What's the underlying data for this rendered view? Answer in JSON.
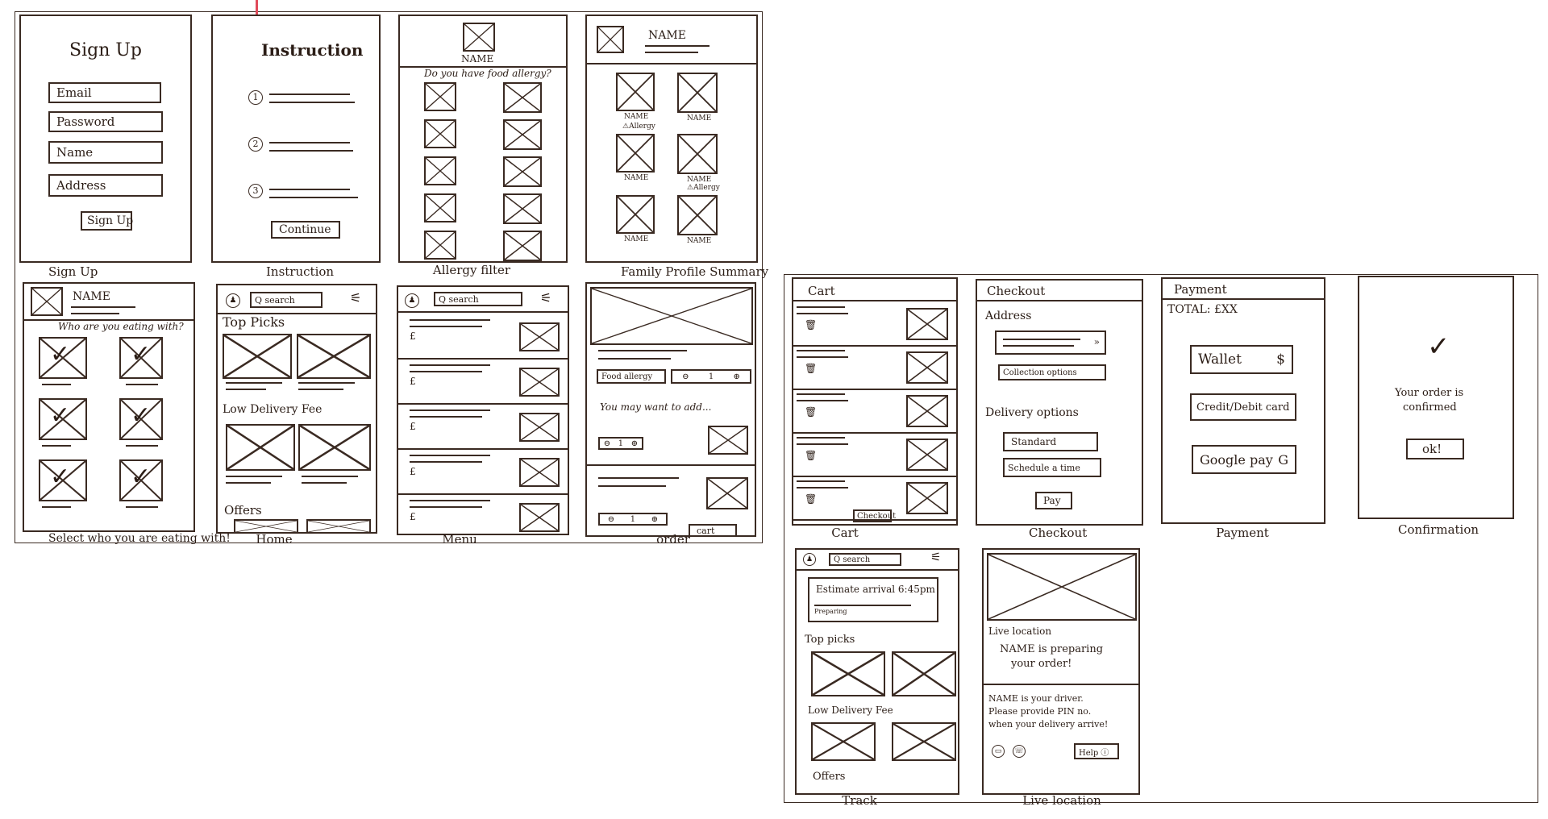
{
  "top": {
    "signup": {
      "title": "Sign Up",
      "email": "Email",
      "password": "Password",
      "name": "Name",
      "address": "Address",
      "button": "Sign Up",
      "caption": "Sign Up"
    },
    "instruction": {
      "title": "Instruction",
      "steps": [
        "1",
        "2",
        "3"
      ],
      "button": "Continue",
      "caption": "Instruction"
    },
    "allergy": {
      "name": "NAME",
      "question": "Do you have food allergy?",
      "caption": "Allergy filter"
    },
    "family": {
      "name": "NAME",
      "labels": [
        "NAME",
        "NAME",
        "NAME",
        "NAME",
        "NAME",
        "NAME"
      ],
      "allergy": "Allergy",
      "caption": "Family Profile Summary"
    },
    "select": {
      "name": "NAME",
      "question": "Who are you eating with?",
      "caption": "Select who you are eating with!"
    },
    "home": {
      "search": "Q search",
      "top_picks": "Top Picks",
      "low_fee": "Low Delivery Fee",
      "offers": "Offers",
      "caption": "Home"
    },
    "menu": {
      "search": "Q search",
      "currency": "£",
      "caption": "Menu"
    },
    "order": {
      "food_allergy": "Food allergy",
      "qty": "1",
      "suggest": "You may want to add...",
      "cart": "cart",
      "caption": "order"
    }
  },
  "bottom": {
    "cart": {
      "title": "Cart",
      "checkout": "Checkout",
      "caption": "Cart"
    },
    "checkout": {
      "title": "Checkout",
      "address": "Address",
      "collection": "Collection options",
      "delivery": "Delivery options",
      "standard": "Standard",
      "schedule": "Schedule a time",
      "pay": "Pay",
      "caption": "Checkout"
    },
    "payment": {
      "title": "Payment",
      "total": "TOTAL: £XX",
      "wallet": "Wallet",
      "wallet_sym": "$",
      "card": "Credit/Debit card",
      "gpay": "Google pay",
      "gpay_sym": "G",
      "caption": "Payment"
    },
    "confirm": {
      "check": "✓",
      "msg1": "Your order is",
      "msg2": "confirmed",
      "ok": "ok!",
      "caption": "Confirmation"
    },
    "track": {
      "search": "Q search",
      "eta": "Estimate arrival 6:45pm",
      "status": "Preparing",
      "top_picks": "Top picks",
      "low_fee": "Low Delivery Fee",
      "offers": "Offers",
      "caption": "Track"
    },
    "live": {
      "title": "Live location",
      "prep1": "NAME is preparing",
      "prep2": "your order!",
      "driver1": "NAME is your driver.",
      "driver2": "Please provide PIN no.",
      "driver3": "when your delivery arrive!",
      "help": "Help ⓘ",
      "caption": "Live location"
    }
  },
  "colors": {
    "ink": "#3a2a22",
    "accent": "#e04a5a"
  }
}
